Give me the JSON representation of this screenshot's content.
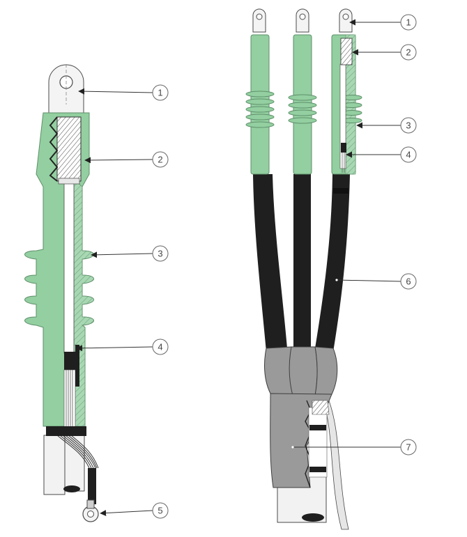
{
  "colors": {
    "insulator_green": "#93cfa0",
    "insulator_green_dark": "#7dbb8d",
    "cable_black": "#1f1f1f",
    "sleeve_grey": "#9a9a9a",
    "conductor_white": "#f2f2f2",
    "outline": "#4a4a4a",
    "callout_line": "#333333"
  },
  "left_figure": {
    "callouts": [
      {
        "number": "1",
        "part": "terminal-lug"
      },
      {
        "number": "2",
        "part": "stress-control-insert"
      },
      {
        "number": "3",
        "part": "sheds"
      },
      {
        "number": "4",
        "part": "screen-connection"
      },
      {
        "number": "5",
        "part": "earth-lug"
      }
    ]
  },
  "right_figure": {
    "callouts": [
      {
        "number": "1",
        "part": "terminal-lug"
      },
      {
        "number": "2",
        "part": "stress-control-insert"
      },
      {
        "number": "3",
        "part": "sheds"
      },
      {
        "number": "4",
        "part": "screen-connection"
      },
      {
        "number": "6",
        "part": "cable-cores"
      },
      {
        "number": "7",
        "part": "breakout-sleeve"
      }
    ]
  }
}
